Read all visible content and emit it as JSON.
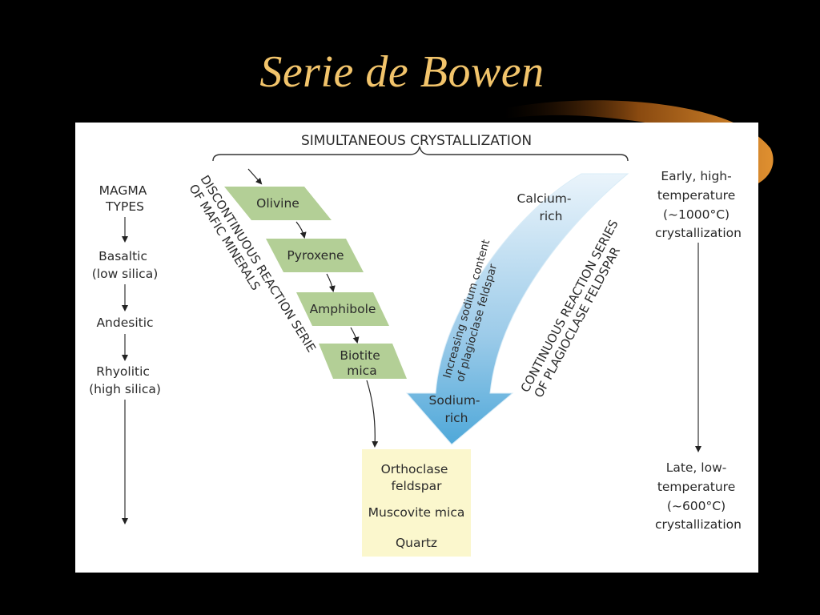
{
  "title": "Serie de Bowen",
  "diagram": {
    "top_label": "SIMULTANEOUS CRYSTALLIZATION",
    "magma": {
      "heading": [
        "MAGMA",
        "TYPES"
      ],
      "types": [
        [
          "Basaltic",
          "(low silica)"
        ],
        [
          "Andesitic"
        ],
        [
          "Rhyolitic",
          "(high silica)"
        ]
      ]
    },
    "discontinuous": {
      "label": [
        "DISCONTINUOUS REACTION SERIE",
        "OF MAFIC MINERALS"
      ],
      "minerals": [
        [
          "Olivine"
        ],
        [
          "Pyroxene"
        ],
        [
          "Amphibole"
        ],
        [
          "Biotite",
          "mica"
        ]
      ]
    },
    "continuous": {
      "label": [
        "CONTINUOUS REACTION SERIES",
        "OF PLAGIOCLASE FELDSPAR"
      ],
      "arrow_label": [
        "Increasing sodium content",
        "of plagioclase feldspar"
      ],
      "top": [
        "Calcium-",
        "rich"
      ],
      "bottom": [
        "Sodium-",
        "rich"
      ]
    },
    "final": [
      "Orthoclase",
      "feldspar",
      "Muscovite mica",
      "Quartz"
    ],
    "temperature": {
      "high": [
        "Early, high-",
        "temperature",
        "(~1000°C)",
        "crystallization"
      ],
      "low": [
        "Late, low-",
        "temperature",
        "(~600°C)",
        "crystallization"
      ]
    },
    "colors": {
      "mineral_box": "#b3cf96",
      "final_box": "#fbf7cd",
      "arrow_light": "#eaf4fb",
      "arrow_dark": "#4fa8d9",
      "title": "#f2c46b"
    }
  }
}
